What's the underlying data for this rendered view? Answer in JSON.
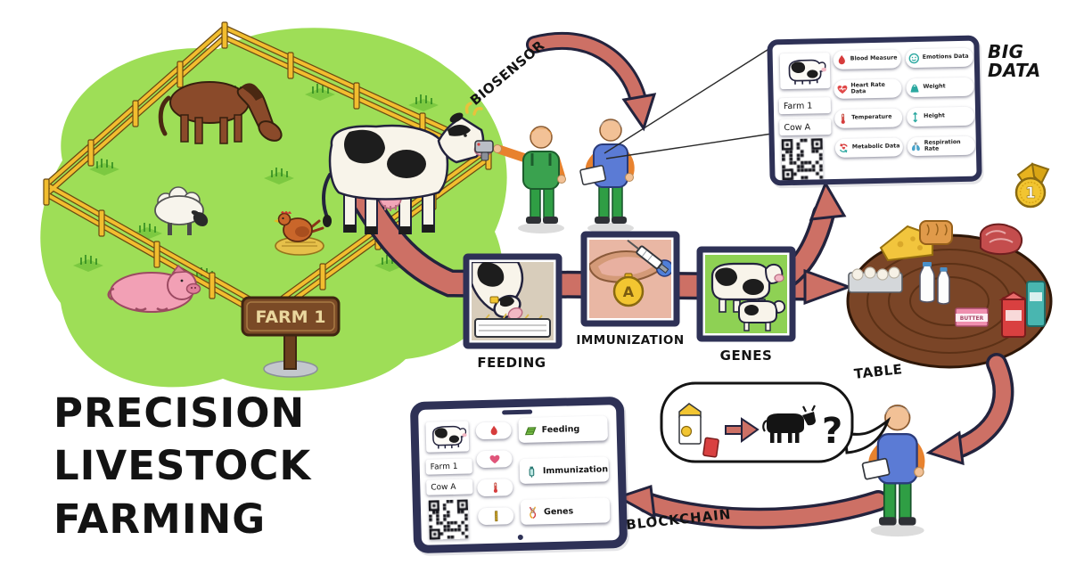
{
  "title": {
    "lines": [
      "PRECISION",
      "LIVESTOCK",
      "FARMING"
    ]
  },
  "farm_sign": "FARM 1",
  "flow_labels": {
    "biosensor": "BIOSENSOR",
    "big_data": "BIG DATA",
    "feeding": "FEEDING",
    "immunization": "IMMUNIZATION",
    "genes": "GENES",
    "table": "TABLE",
    "blockchain": "BLOCKCHAIN"
  },
  "big_data_panel": {
    "farm_id": "Farm 1",
    "cow_id": "Cow A",
    "metrics": [
      {
        "label": "Blood Measure",
        "icon": "blood-drop-icon"
      },
      {
        "label": "Emotions Data",
        "icon": "smiley-icon"
      },
      {
        "label": "Heart Rate Data",
        "icon": "heart-pulse-icon"
      },
      {
        "label": "Weight",
        "icon": "weight-scale-icon"
      },
      {
        "label": "Temperature",
        "icon": "thermometer-icon"
      },
      {
        "label": "Height",
        "icon": "height-ruler-icon"
      },
      {
        "label": "Metabolic Data",
        "icon": "metabolism-icon"
      },
      {
        "label": "Respiration Rate",
        "icon": "lungs-icon"
      }
    ]
  },
  "tablet_panel": {
    "farm_id": "Farm 1",
    "cow_id": "Cow A",
    "metric_icons": [
      "blood-drop-icon",
      "heart-icon",
      "thermometer-icon",
      "ruler-icon"
    ],
    "buttons": [
      {
        "label": "Feeding",
        "icon": "pasture-icon"
      },
      {
        "label": "Immunization",
        "icon": "vaccine-icon"
      },
      {
        "label": "Genes",
        "icon": "dna-icon"
      }
    ]
  },
  "immunization_box": {
    "ear_tag": "A"
  },
  "speech_bubble": {
    "question_mark": "?",
    "icons": [
      "milk-carton-icon",
      "arrow-right-icon",
      "cow-silhouette-icon"
    ]
  },
  "award": {
    "rank": "1"
  },
  "products": {
    "butter": "BUTTER"
  },
  "colors": {
    "pasture_green": "#9ede57",
    "fence_yellow": "#f2bd2f",
    "ribbon_salmon": "#cd7065",
    "panel_navy": "#2e3156",
    "award_gold": "#f2c531"
  }
}
